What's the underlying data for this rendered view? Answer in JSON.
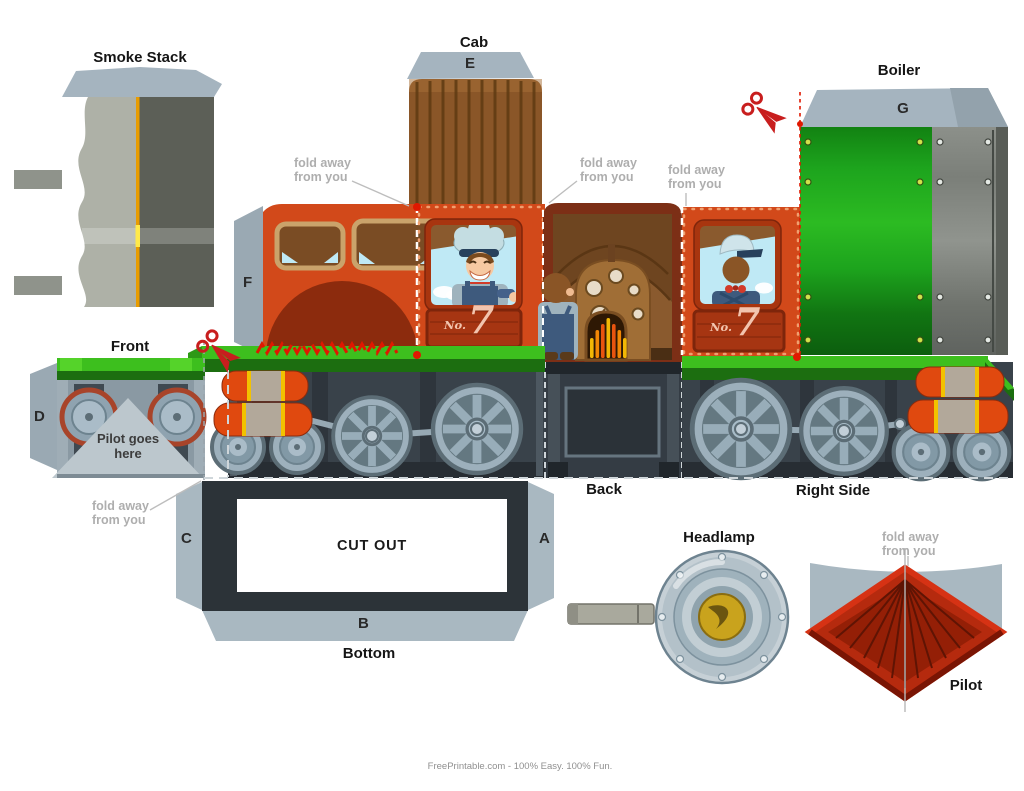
{
  "labels": {
    "smoke_stack": "Smoke Stack",
    "cab": "Cab",
    "boiler": "Boiler",
    "front": "Front",
    "back": "Back",
    "right_side": "Right Side",
    "bottom": "Bottom",
    "headlamp": "Headlamp",
    "pilot": "Pilot",
    "cut_out": "CUT OUT"
  },
  "tabs": {
    "a": "A",
    "b": "B",
    "c": "C",
    "d": "D",
    "e": "E",
    "f": "F",
    "g": "G"
  },
  "notes": {
    "fold_away_line1": "fold away",
    "fold_away_line2": "from you",
    "pilot_goes_line1": "Pilot goes",
    "pilot_goes_line2": "here"
  },
  "plates": {
    "prefix": "No.",
    "number": "7"
  },
  "footer": {
    "text": "FreePrintable.com - 100% Easy. 100% Fun."
  },
  "icons": {
    "scissors": "scissors-icon"
  },
  "colors": {
    "body_red": "#d2491a",
    "boiler_green": "#1fa31f",
    "board_green": "#2e9916",
    "cab_brown": "#8a5628",
    "flap_gray": "#a9b8c1",
    "pilot_red": "#b52a0e",
    "chassis_gray": "#39424a",
    "scissors_red": "#c81e1e",
    "cut_line_red": "#e01800"
  }
}
